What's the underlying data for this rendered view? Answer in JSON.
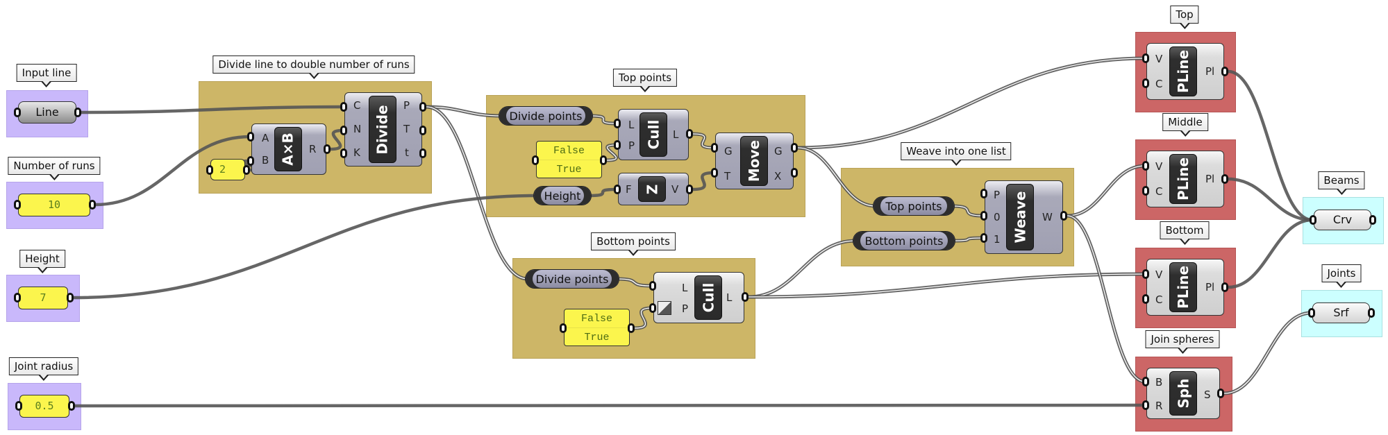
{
  "canvas": {
    "application": "Grasshopper definition",
    "background": "#ffffff"
  },
  "colors": {
    "input_group": "#c9b8fb",
    "process_group": "#cdb667",
    "output_group": "#cc6666",
    "result_group": "#ccffff",
    "wire": "#555555",
    "slider_fill": "#fbf54d",
    "slider_text": "#5a7e1e"
  },
  "groups": {
    "input_line": {
      "label": "Input line",
      "param": "Line"
    },
    "number_of_runs": {
      "label": "Number of runs",
      "value": "10"
    },
    "height": {
      "label": "Height",
      "value": "7"
    },
    "joint_radius": {
      "label": "Joint radius",
      "value": "0.5"
    },
    "divide": {
      "label": "Divide line to double number of runs",
      "multiply": {
        "name": "A×B",
        "inputs": [
          "A",
          "B"
        ],
        "outputs": [
          "R"
        ]
      },
      "constant": "2",
      "divide_curve": {
        "name": "Divide",
        "inputs": [
          "C",
          "N",
          "K"
        ],
        "outputs": [
          "P",
          "T",
          "t"
        ]
      }
    },
    "top_points": {
      "label": "Top points",
      "relay_divide": "Divide points",
      "relay_height": "Height",
      "pattern": [
        "False",
        "True"
      ],
      "cull": {
        "name": "Cull",
        "inputs": [
          "L",
          "P"
        ],
        "outputs": [
          "L"
        ]
      },
      "unit_z": {
        "name": "Z",
        "inputs": [
          "F"
        ],
        "outputs": [
          "V"
        ]
      },
      "move": {
        "name": "Move",
        "inputs": [
          "G",
          "T"
        ],
        "outputs": [
          "G",
          "X"
        ]
      }
    },
    "bottom_points": {
      "label": "Bottom points",
      "relay_divide": "Divide points",
      "pattern": [
        "False",
        "True"
      ],
      "cull": {
        "name": "Cull",
        "inputs": [
          "L",
          "P"
        ],
        "outputs": [
          "L"
        ]
      }
    },
    "weave": {
      "label": "Weave into one list",
      "relay_top": "Top points",
      "relay_bottom": "Bottom points",
      "component": {
        "name": "Weave",
        "inputs": [
          "P",
          "0",
          "1"
        ],
        "outputs": [
          "W"
        ]
      }
    },
    "top": {
      "label": "Top",
      "component": {
        "name": "PLine",
        "inputs": [
          "V",
          "C"
        ],
        "outputs": [
          "Pl"
        ]
      }
    },
    "middle": {
      "label": "Middle",
      "component": {
        "name": "PLine",
        "inputs": [
          "V",
          "C"
        ],
        "outputs": [
          "Pl"
        ]
      }
    },
    "bottom": {
      "label": "Bottom",
      "component": {
        "name": "PLine",
        "inputs": [
          "V",
          "C"
        ],
        "outputs": [
          "Pl"
        ]
      }
    },
    "join_spheres": {
      "label": "Join spheres",
      "component": {
        "name": "Sph",
        "inputs": [
          "B",
          "R"
        ],
        "outputs": [
          "S"
        ]
      }
    },
    "beams": {
      "label": "Beams",
      "param": "Crv"
    },
    "joints": {
      "label": "Joints",
      "param": "Srf"
    }
  }
}
